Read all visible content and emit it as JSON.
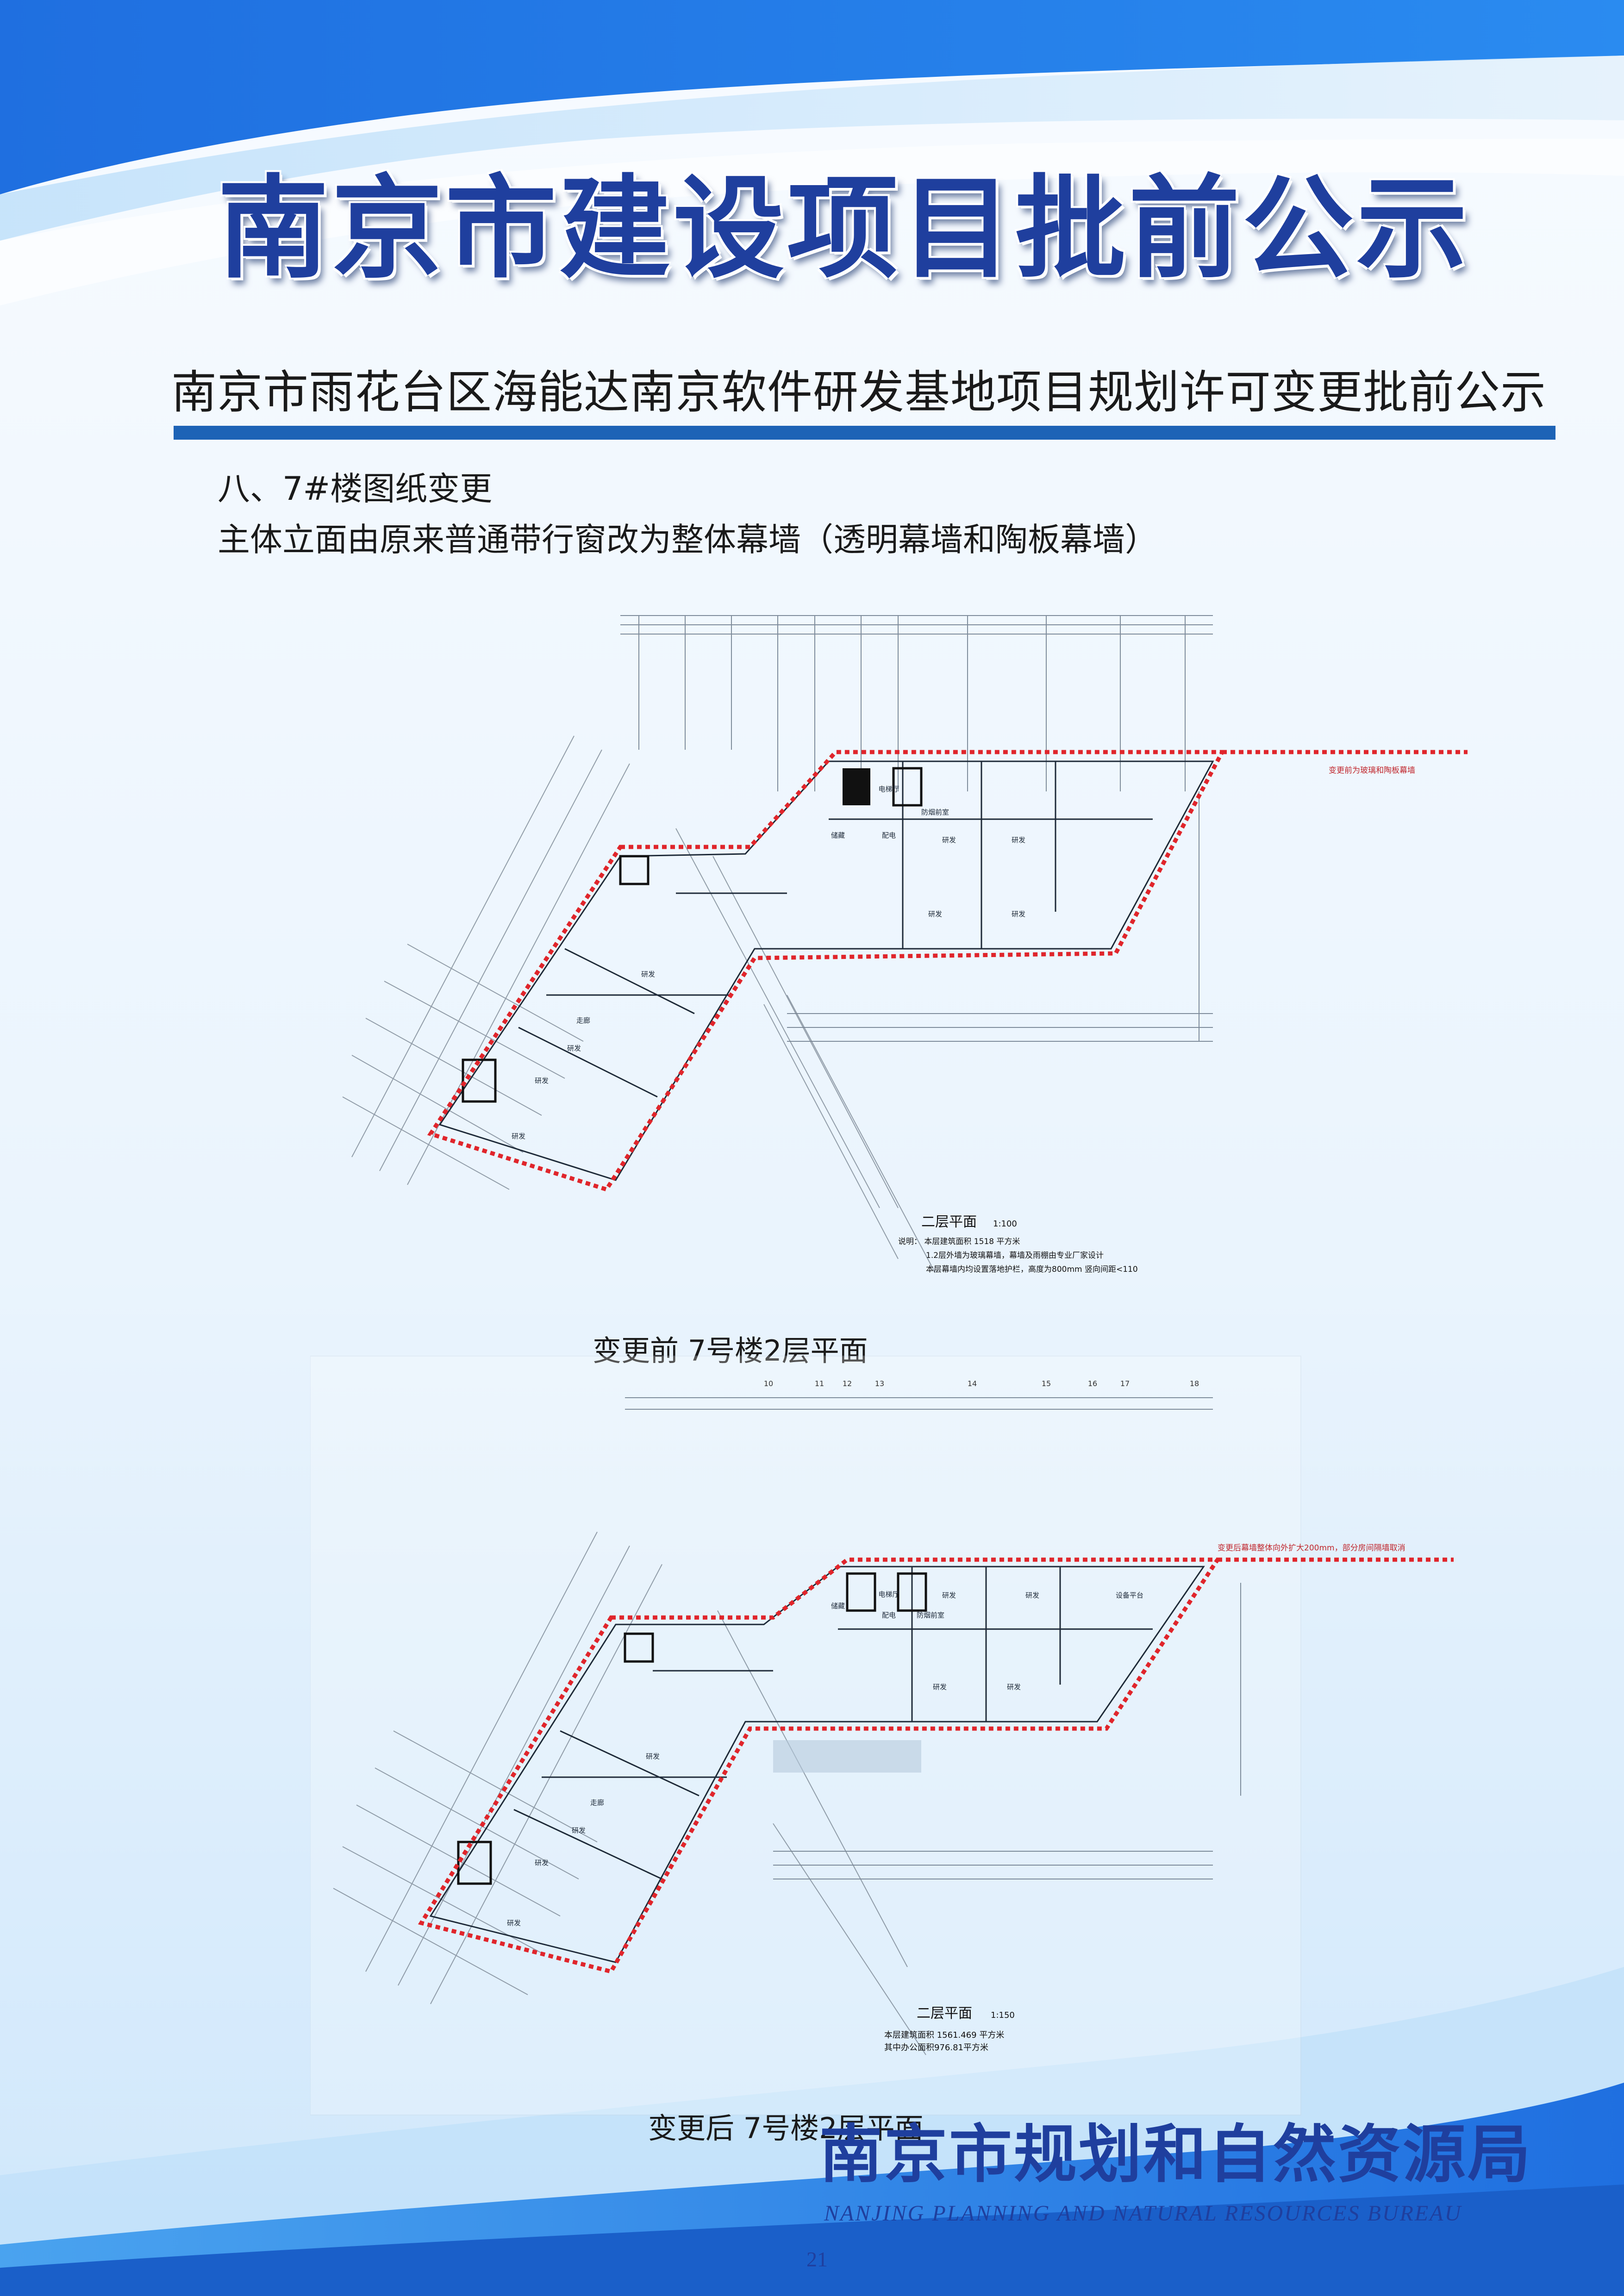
{
  "header": {
    "main_title": "南京市建设项目批前公示",
    "subtitle": "南京市雨花台区海能达南京软件研发基地项目规划许可变更批前公示"
  },
  "section": {
    "heading": "八、7#楼图纸变更",
    "description": "主体立面由原来普通带行窗改为整体幕墙（透明幕墙和陶板幕墙）"
  },
  "drawing_before": {
    "caption": "变更前  7号楼2层平面",
    "plan_title": "二层平面",
    "scale": "1:100",
    "red_note": "变更前为玻璃和陶板幕墙",
    "notes": [
      "说明：  本层建筑面积  1518  平方米",
      "1.2层外墙为玻璃幕墙，幕墙及雨棚由专业厂家设计",
      "本层幕墙内均设置落地护栏，高度为800mm  竖向间距<110"
    ],
    "room_labels": [
      "研发",
      "研发",
      "研发",
      "研发",
      "研发",
      "研发",
      "研发",
      "研发",
      "走廊",
      "电梯厅",
      "储藏",
      "配电",
      "防烟前室"
    ]
  },
  "drawing_after": {
    "caption": "变更后  7号楼2层平面",
    "plan_title": "二层平面",
    "scale": "1:150",
    "red_note": "变更后幕墙整体向外扩大200mm，部分房间隔墙取消",
    "notes": [
      "本层建筑面积  1561.469  平方米",
      "其中办公面积976.81平方米"
    ],
    "room_labels": [
      "研发",
      "研发",
      "研发",
      "研发",
      "研发",
      "研发",
      "研发",
      "研发",
      "走廊",
      "电梯厅",
      "储藏",
      "配电",
      "防烟前室",
      "设备平台"
    ],
    "grid_numbers": [
      "10",
      "11",
      "12",
      "13",
      "14",
      "15",
      "16",
      "17",
      "18"
    ]
  },
  "footer": {
    "organization": "南京市规划和自然资源局",
    "organization_en": "NANJING PLANNING AND NATURAL RESOURCES BUREAU",
    "page_number": "21"
  },
  "colors": {
    "accent_blue": "#1f3f9e",
    "rule_blue": "#1d63b6",
    "outline_red": "#e0252b"
  }
}
